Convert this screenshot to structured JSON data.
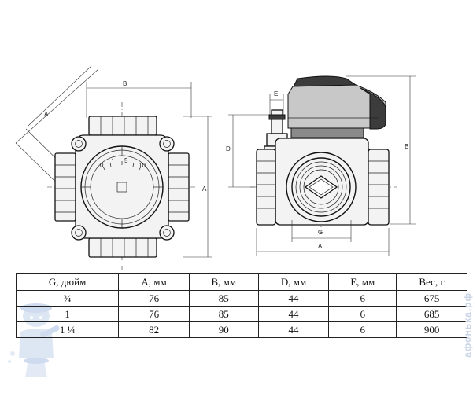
{
  "dimension_labels": {
    "a_diag": "A",
    "b_top": "B",
    "a_front": "A",
    "e": "E",
    "d": "D",
    "b_side": "B",
    "g": "G",
    "a_bottom": "A"
  },
  "scale_numbers": [
    "0",
    "1",
    "5",
    "10"
  ],
  "table": {
    "headers": [
      "G, дюйм",
      "A, мм",
      "B, мм",
      "D, мм",
      "E, мм",
      "Вес, г"
    ],
    "rows": [
      [
        "¾",
        "76",
        "85",
        "44",
        "6",
        "675"
      ],
      [
        "1",
        "76",
        "85",
        "44",
        "6",
        "685"
      ],
      [
        "1 ¼",
        "82",
        "90",
        "44",
        "6",
        "900"
      ]
    ]
  },
  "watermark": "афонька.рф",
  "colors": {
    "watermark": "#c9d4e6",
    "line": "#111111",
    "actuator": "#3c3c3c"
  }
}
